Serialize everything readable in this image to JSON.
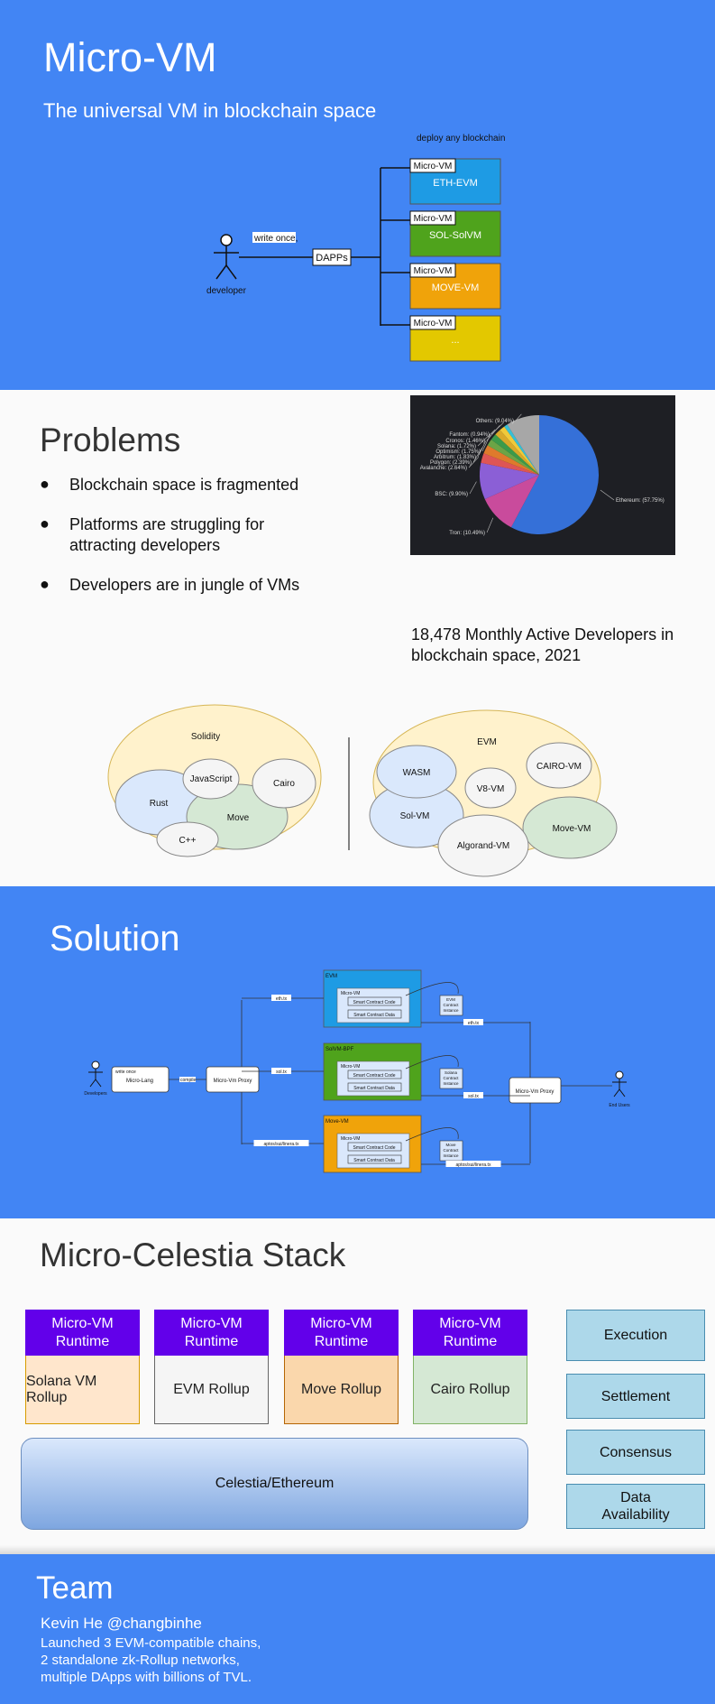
{
  "slide1": {
    "title": "Micro-VM",
    "subtitle": "The universal VM in blockchain space",
    "diagram": {
      "deploy_label": "deploy any blockchain",
      "actor_label": "developer",
      "write_label": "write once,",
      "dapps_label": "DAPPs",
      "targets": [
        {
          "tag": "Micro-VM",
          "name": "ETH-EVM",
          "color": "#1e9be4"
        },
        {
          "tag": "Micro-VM",
          "name": "SOL-SolVM",
          "color": "#4fa31c"
        },
        {
          "tag": "Micro-VM",
          "name": "MOVE-VM",
          "color": "#f0a30a"
        },
        {
          "tag": "Micro-VM",
          "name": "...",
          "color": "#e3c800"
        }
      ]
    }
  },
  "slide2": {
    "title": "Problems",
    "bullets": [
      "Blockchain space is fragmented",
      "Platforms are struggling for\nattracting developers",
      "Developers are in jungle of VMs"
    ],
    "caption": "18,478 Monthly Active Developers in\nblockchain space, 2021",
    "lang_venn": {
      "outer": "Solidity",
      "items": [
        "Rust",
        "JavaScript",
        "Cairo",
        "Move",
        "C++"
      ]
    },
    "vm_venn": {
      "outer": "EVM",
      "items": [
        "WASM",
        "Sol-VM",
        "V8-VM",
        "Algorand-VM",
        "CAIRO-VM",
        "Move-VM"
      ]
    }
  },
  "chart_data": {
    "type": "pie",
    "title": "",
    "slices": [
      {
        "label": "Ethereum: (57.75%)",
        "value": 57.75,
        "color": "#3570d8"
      },
      {
        "label": "Tron: (10.49%)",
        "value": 10.49,
        "color": "#c94b9c"
      },
      {
        "label": "BSC: (9.90%)",
        "value": 9.9,
        "color": "#8b5fd6"
      },
      {
        "label": "Avalanche: (2.64%)",
        "value": 2.64,
        "color": "#de5555"
      },
      {
        "label": "Polygon: (2.39%)",
        "value": 2.39,
        "color": "#df7a2c"
      },
      {
        "label": "Arbitrum: (1.83%)",
        "value": 1.83,
        "color": "#6ca446"
      },
      {
        "label": "Optimism: (1.75%)",
        "value": 1.75,
        "color": "#3b9a4a"
      },
      {
        "label": "Solana: (1.72%)",
        "value": 1.72,
        "color": "#d9a92a"
      },
      {
        "label": "Cronos: (1.46%)",
        "value": 1.46,
        "color": "#f0c93a"
      },
      {
        "label": "Fantom: (0.94%)",
        "value": 0.94,
        "color": "#35c0d8"
      },
      {
        "label": "Others: (9.04%)",
        "value": 9.04,
        "color": "#a7a7a7"
      }
    ]
  },
  "slide3": {
    "title": "Solution",
    "diagram": {
      "developer_label": "Developers",
      "write_once": "write once",
      "micro_lang": "Micro-Lang",
      "compile_label": "compile",
      "proxy_left": "Micro-Vm Proxy",
      "proxy_right": "Micro-Vm Proxy",
      "end_users": "End Users",
      "micro_vm_label": "Micro-VM",
      "code_label": "Smart Contract Code",
      "data_label": "Smart Contract Data",
      "chains": [
        {
          "name": "EVM",
          "instance": "EVM Contract Instance",
          "in_label": "eth.tx",
          "out_label": "eth.tx",
          "color": "#1e9be4"
        },
        {
          "name": "SolVM-BPF",
          "instance": "Solana Contract Instance",
          "in_label": "sol.tx",
          "out_label": "sol.tx",
          "color": "#4fa31c"
        },
        {
          "name": "Move-VM",
          "instance": "Move Contract Instance",
          "in_label": "aptos/sui/linera.tx",
          "out_label": "aptos/sui/linera.tx",
          "color": "#f0a30a"
        }
      ]
    }
  },
  "slide4": {
    "title": "Micro-Celestia Stack",
    "runtime_label": "Micro-VM\nRuntime",
    "rollups": [
      {
        "name": "Solana VM Rollup",
        "fill": "#ffe6cc",
        "border": "#d79b00"
      },
      {
        "name": "EVM Rollup",
        "fill": "#f5f5f5",
        "border": "#666666"
      },
      {
        "name": "Move Rollup",
        "fill": "#fad7ac",
        "border": "#b46504"
      },
      {
        "name": "Cairo Rollup",
        "fill": "#d5e8d4",
        "border": "#82b366"
      }
    ],
    "base_layer": "Celestia/Ethereum",
    "layers": [
      "Execution",
      "Settlement",
      "Consensus",
      "Data\nAvailability"
    ]
  },
  "slide5": {
    "title": "Team",
    "member": "Kevin He @changbinhe",
    "bio": [
      "Launched 3 EVM-compatible chains,",
      "2 standalone zk-Rollup networks,",
      "multiple DApps with billions of TVL."
    ]
  }
}
